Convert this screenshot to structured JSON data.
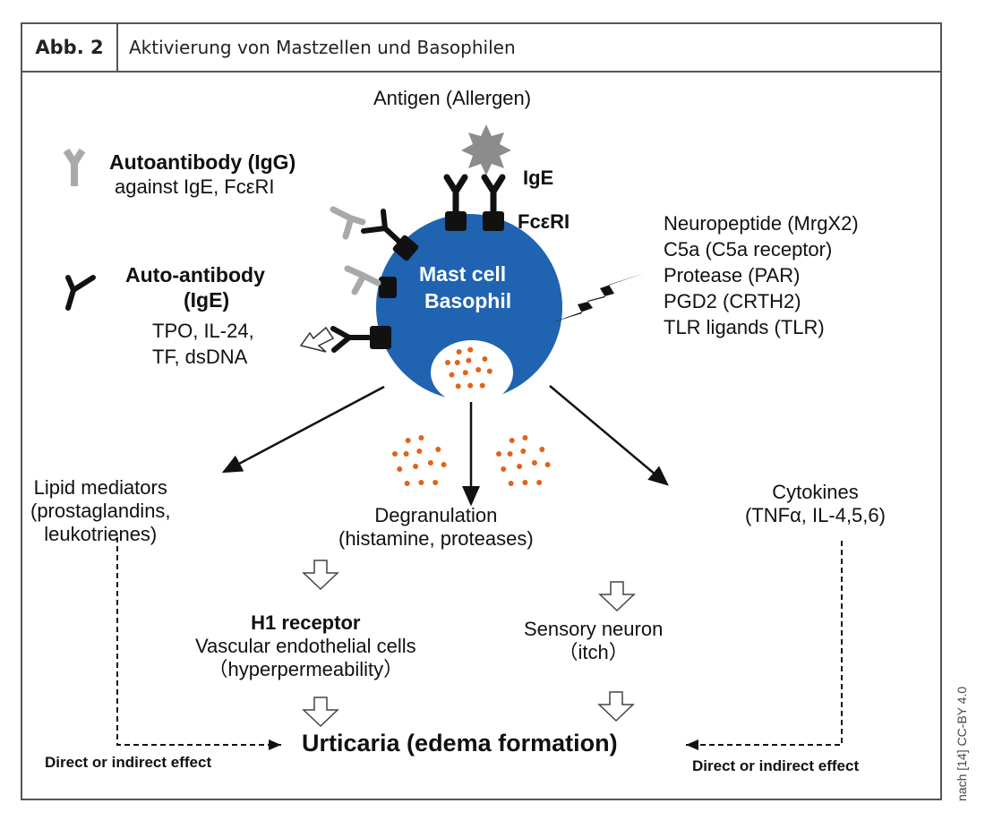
{
  "header": {
    "figure_number": "Abb. 2",
    "title": "Aktivierung von Mastzellen und Basophilen"
  },
  "colors": {
    "cell": "#1f63b1",
    "granule": "#e2621b",
    "antibody": "#111111",
    "autoantibody_igg": "#a9a9a9",
    "antigen": "#8c8c8c",
    "frame": "#555555"
  },
  "cell": {
    "line1": "Mast cell",
    "line2": "Basophil"
  },
  "top": {
    "antigen": "Antigen (Allergen)",
    "ige": "IgE",
    "receptor": "FcεRI"
  },
  "left": {
    "igg_title": "Autoantibody (IgG)",
    "igg_sub": "against IgE, FcεRI",
    "ige_title_1": "Auto-antibody",
    "ige_title_2": "(IgE)",
    "targets_1": "TPO, IL-24,",
    "targets_2": "TF, dsDNA"
  },
  "right_stimuli": [
    "Neuropeptide  (MrgX2)",
    "C5a  (C5a receptor)",
    "Protease  (PAR)",
    "PGD2  (CRTH2)",
    "TLR ligands  (TLR)"
  ],
  "outputs": {
    "lipid": [
      "Lipid mediators",
      "(prostaglandins,",
      "leukotrienes)"
    ],
    "degranulation": [
      "Degranulation",
      "(histamine, proteases)"
    ],
    "cytokines": [
      "Cytokines",
      "(TNFα, IL-4,5,6)"
    ]
  },
  "effects": {
    "h1_title": "H1 receptor",
    "h1_line2": "Vascular endothelial cells",
    "h1_line3": "（hyperpermeability）",
    "sensory_1": "Sensory neuron",
    "sensory_2": "（itch）"
  },
  "result": "Urticaria (edema formation)",
  "direct_left": "Direct or indirect effect",
  "direct_right": "Direct or indirect effect",
  "credit": "nach [14] CC-BY 4.0"
}
